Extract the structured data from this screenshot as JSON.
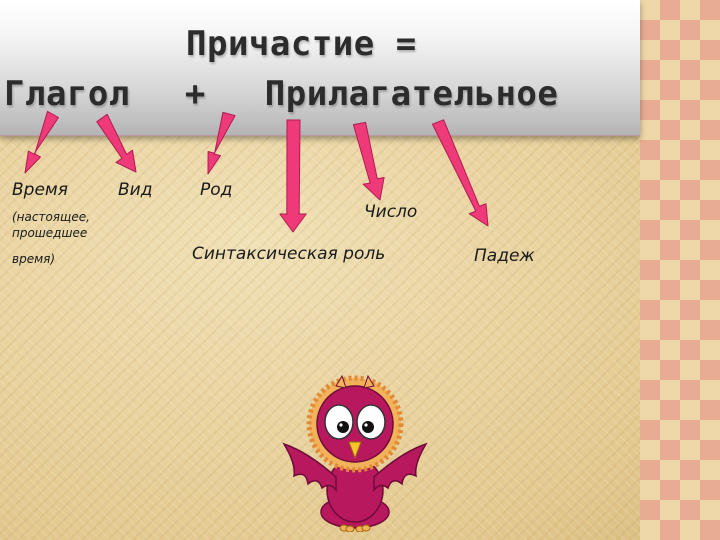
{
  "title": {
    "line1": "Причастие =",
    "verb": "Глагол",
    "plus": "+",
    "adjective": "Прилагательное"
  },
  "features": {
    "tense": "Время",
    "tense_note_1": "(настоящее,",
    "tense_note_2": "прошедшее",
    "tense_note_3": "время)",
    "aspect": "Вид",
    "gender": "Род",
    "number": "Число",
    "syntactic_role": "Синтаксическая роль",
    "case": "Падеж"
  },
  "colors": {
    "arrow": "#ee3a78",
    "owl_body": "#b8185e",
    "owl_ring": "#e08a38"
  },
  "icons": {
    "owl": "owl-mascot-illustration"
  }
}
